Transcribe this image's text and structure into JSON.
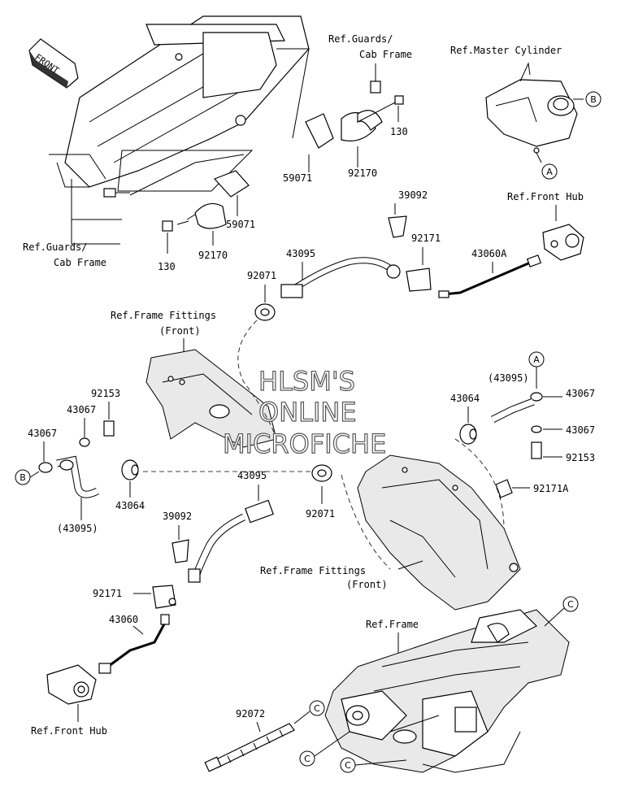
{
  "direction": "FRONT",
  "references": {
    "guards_top": [
      "Ref.Guards/",
      "Cab Frame"
    ],
    "guards_left": [
      "Ref.Guards/",
      "Cab Frame"
    ],
    "master_cylinder": "Ref.Master Cylinder",
    "front_hub_top": "Ref.Front Hub",
    "front_hub_bottom": "Ref.Front Hub",
    "frame_fittings_top": [
      "Ref.Frame Fittings",
      "(Front)"
    ],
    "frame_fittings_mid": [
      "Ref.Frame Fittings",
      "(Front)"
    ],
    "frame": "Ref.Frame"
  },
  "parts": {
    "p130_a": "130",
    "p130_b": "130",
    "p59071_a": "59071",
    "p59071_b": "59071",
    "p92170_a": "92170",
    "p92170_b": "92170",
    "p39092_a": "39092",
    "p39092_b": "39092",
    "p92171_a": "92171",
    "p92171_b": "92171",
    "p43060A": "43060A",
    "p43060": "43060",
    "p43095_a": "43095",
    "p43095_b": "43095",
    "p43095_c": "(43095)",
    "p43095_d": "(43095)",
    "p92071_a": "92071",
    "p92071_b": "92071",
    "p92153_a": "92153",
    "p92153_b": "92153",
    "p43067_a": "43067",
    "p43067_b": "43067",
    "p43067_c": "43067",
    "p43067_d": "43067",
    "p43064_a": "43064",
    "p43064_b": "43064",
    "p92171A": "92171A",
    "p92072": "92072"
  },
  "markers": {
    "A": "A",
    "B": "B",
    "C": "C"
  },
  "watermark": [
    "HLSM'S",
    "ONLINE",
    "MICROFICHE"
  ]
}
